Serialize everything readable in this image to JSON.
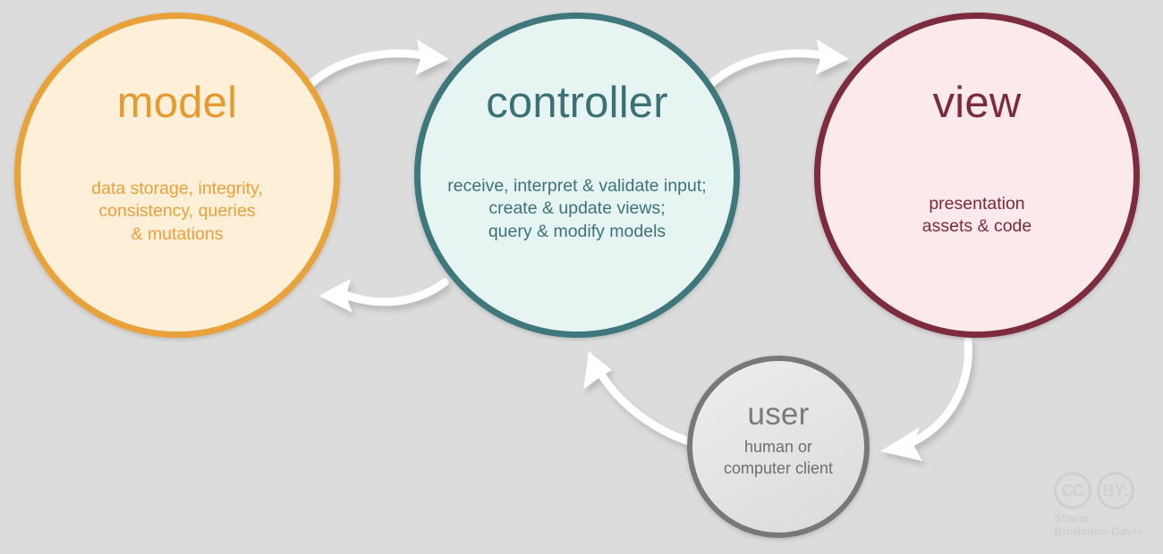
{
  "diagram": {
    "title": "MVC architecture diagram",
    "background_color": "#dcdcdc",
    "nodes": [
      {
        "key": "model",
        "title": "model",
        "description": "data storage, integrity,\nconsistency, queries\n& mutations",
        "fill_color": "#fdefd8",
        "border_color": "#e9a23a",
        "text_color": "#e59a2e"
      },
      {
        "key": "controller",
        "title": "controller",
        "description": "receive, interpret & validate input;\ncreate & update views;\nquery & modify models",
        "fill_color": "#e6f4f2",
        "border_color": "#3e777c",
        "text_color": "#3b7176"
      },
      {
        "key": "view",
        "title": "view",
        "description": "presentation\nassets & code",
        "fill_color": "#fce9ec",
        "border_color": "#7c2c3d",
        "text_color": "#7b2b3c"
      },
      {
        "key": "user",
        "title": "user",
        "description": "human or\ncomputer client",
        "fill_color": "#e8e8e8",
        "border_color": "#787878",
        "text_color": "#7a7a7a"
      }
    ],
    "arrows": [
      {
        "key": "model-to-controller",
        "from": "model",
        "to": "controller",
        "direction": "right",
        "color": "#ffffff"
      },
      {
        "key": "controller-to-model",
        "from": "controller",
        "to": "model",
        "direction": "left",
        "color": "#ffffff"
      },
      {
        "key": "controller-to-view",
        "from": "controller",
        "to": "view",
        "direction": "right",
        "color": "#ffffff"
      },
      {
        "key": "view-to-user",
        "from": "view",
        "to": "user",
        "direction": "down-left",
        "color": "#ffffff"
      },
      {
        "key": "user-to-controller",
        "from": "user",
        "to": "controller",
        "direction": "up-left",
        "color": "#ffffff"
      }
    ]
  },
  "license": {
    "cc_mark": "CC",
    "by_mark": "BY:",
    "attribution": "Shane\nBrinkman-Davis",
    "color": "#cfcfcf"
  }
}
